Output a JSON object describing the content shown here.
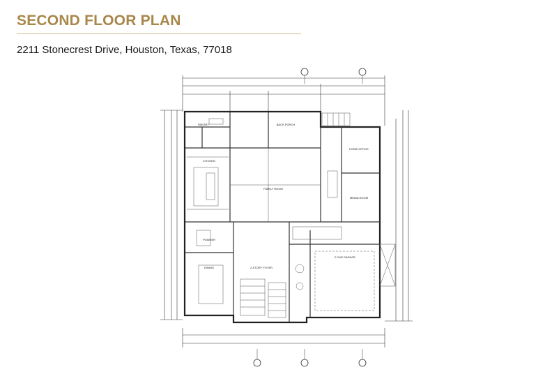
{
  "header": {
    "title": "SECOND FLOOR PLAN",
    "address": "2211 Stonecrest Drive, Houston, Texas, 77018"
  },
  "colors": {
    "title": "#a8874a",
    "rule": "#cdb98f",
    "linework": "#333333"
  },
  "plan": {
    "rooms": [
      {
        "label": "PANTRY"
      },
      {
        "label": "KITCHEN"
      },
      {
        "label": "BACK PORCH"
      },
      {
        "label": "FAMILY ROOM"
      },
      {
        "label": "HOME OFFICE"
      },
      {
        "label": "MEDIA ROOM"
      },
      {
        "label": "DINING"
      },
      {
        "label": "2-STORY FOYER"
      },
      {
        "label": "2-CAR GARAGE"
      },
      {
        "label": "POWDER"
      }
    ]
  }
}
